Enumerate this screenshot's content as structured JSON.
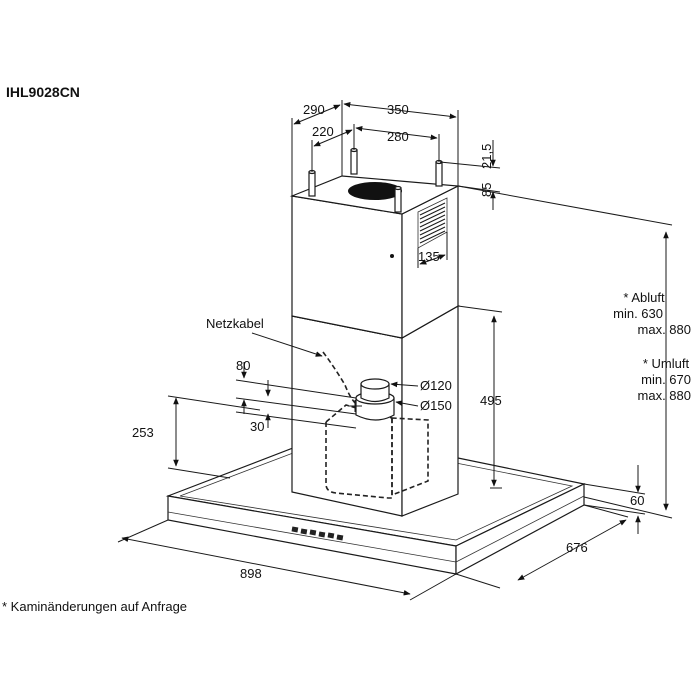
{
  "model": "IHL9028CN",
  "footnote": "* Kaminänderungen auf Anfrage",
  "dimensions": {
    "d290": "290",
    "d350": "350",
    "d220": "220",
    "d280": "280",
    "d21_5": "21,5",
    "d85": "85",
    "d135": "135",
    "d495": "495",
    "d80": "80",
    "d30": "30",
    "d253": "253",
    "d60": "60",
    "d676": "676",
    "d898": "898",
    "dia120": "Ø120",
    "dia150": "Ø150"
  },
  "labels": {
    "power_cable": "Netzkabel",
    "exhaust_title": "* Abluft",
    "exhaust_min": "min. 630",
    "exhaust_max": "max. 880",
    "recirc_title": "* Umluft",
    "recirc_min": "min. 670",
    "recirc_max": "max. 880"
  }
}
